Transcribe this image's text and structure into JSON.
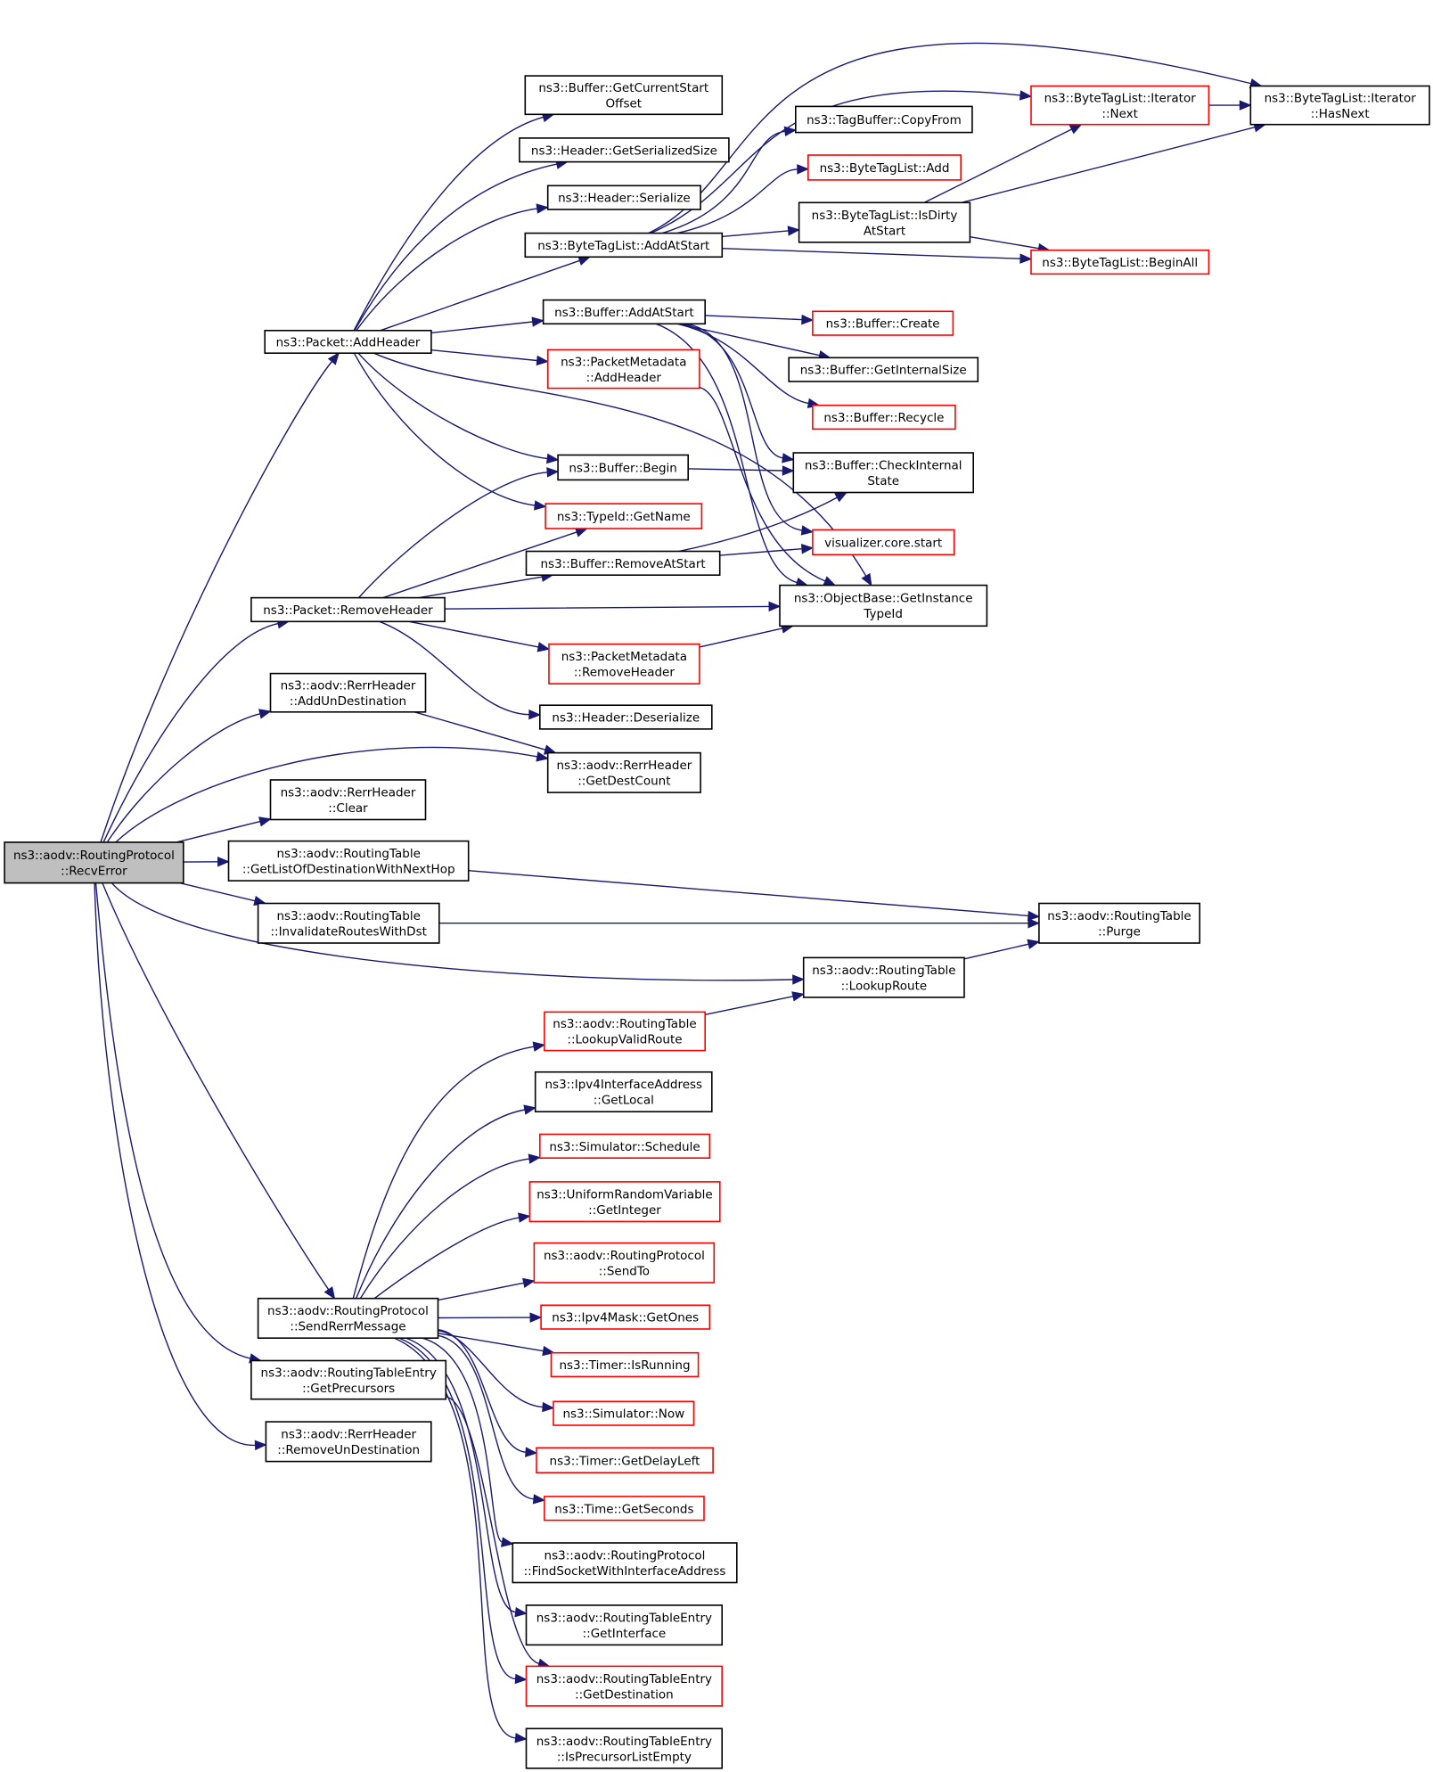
{
  "colors": {
    "edge": "#191970",
    "box_border_normal": "#000000",
    "box_border_truncated": "#ff0000",
    "root_fill": "#bfbfbf",
    "box_fill": "#ffffff"
  },
  "nodes": [
    {
      "id": "root",
      "lines": [
        "ns3::aodv::RoutingProtocol",
        "::RecvError"
      ],
      "style": "root"
    },
    {
      "id": "pkt_addheader",
      "lines": [
        "ns3::Packet::AddHeader"
      ],
      "style": "normal"
    },
    {
      "id": "buf_getcurrentstartoffset",
      "lines": [
        "ns3::Buffer::GetCurrentStart",
        "Offset"
      ],
      "style": "normal"
    },
    {
      "id": "hdr_getserializedsize",
      "lines": [
        "ns3::Header::GetSerializedSize"
      ],
      "style": "normal"
    },
    {
      "id": "hdr_serialize",
      "lines": [
        "ns3::Header::Serialize"
      ],
      "style": "normal"
    },
    {
      "id": "btl_addatstart",
      "lines": [
        "ns3::ByteTagList::AddAtStart"
      ],
      "style": "normal"
    },
    {
      "id": "tagbuffer_copyfrom",
      "lines": [
        "ns3::TagBuffer::CopyFrom"
      ],
      "style": "normal"
    },
    {
      "id": "btl_add",
      "lines": [
        "ns3::ByteTagList::Add"
      ],
      "style": "truncated"
    },
    {
      "id": "btl_isdirtyatstart",
      "lines": [
        "ns3::ByteTagList::IsDirty",
        "AtStart"
      ],
      "style": "normal"
    },
    {
      "id": "btl_iter_next",
      "lines": [
        "ns3::ByteTagList::Iterator",
        "::Next"
      ],
      "style": "truncated"
    },
    {
      "id": "btl_iter_hasnext",
      "lines": [
        "ns3::ByteTagList::Iterator",
        "::HasNext"
      ],
      "style": "normal"
    },
    {
      "id": "btl_beginall",
      "lines": [
        "ns3::ByteTagList::BeginAll"
      ],
      "style": "truncated"
    },
    {
      "id": "buf_addatstart",
      "lines": [
        "ns3::Buffer::AddAtStart"
      ],
      "style": "normal"
    },
    {
      "id": "buf_create",
      "lines": [
        "ns3::Buffer::Create"
      ],
      "style": "truncated"
    },
    {
      "id": "buf_getinternalsize",
      "lines": [
        "ns3::Buffer::GetInternalSize"
      ],
      "style": "normal"
    },
    {
      "id": "buf_recycle",
      "lines": [
        "ns3::Buffer::Recycle"
      ],
      "style": "truncated"
    },
    {
      "id": "pm_addheader",
      "lines": [
        "ns3::PacketMetadata",
        "::AddHeader"
      ],
      "style": "truncated"
    },
    {
      "id": "buf_begin",
      "lines": [
        "ns3::Buffer::Begin"
      ],
      "style": "normal"
    },
    {
      "id": "buf_checkinternalstate",
      "lines": [
        "ns3::Buffer::CheckInternal",
        "State"
      ],
      "style": "normal"
    },
    {
      "id": "typeid_getname",
      "lines": [
        "ns3::TypeId::GetName"
      ],
      "style": "truncated"
    },
    {
      "id": "vis_core_start",
      "lines": [
        "visualizer.core.start"
      ],
      "style": "truncated"
    },
    {
      "id": "buf_removeatstart",
      "lines": [
        "ns3::Buffer::RemoveAtStart"
      ],
      "style": "normal"
    },
    {
      "id": "pkt_removeheader",
      "lines": [
        "ns3::Packet::RemoveHeader"
      ],
      "style": "normal"
    },
    {
      "id": "ob_getinstancetypeid",
      "lines": [
        "ns3::ObjectBase::GetInstance",
        "TypeId"
      ],
      "style": "normal"
    },
    {
      "id": "pm_removeheader",
      "lines": [
        "ns3::PacketMetadata",
        "::RemoveHeader"
      ],
      "style": "truncated"
    },
    {
      "id": "hdr_deserialize",
      "lines": [
        "ns3::Header::Deserialize"
      ],
      "style": "normal"
    },
    {
      "id": "rerr_addundestination",
      "lines": [
        "ns3::aodv::RerrHeader",
        "::AddUnDestination"
      ],
      "style": "normal"
    },
    {
      "id": "rerr_getdestcount",
      "lines": [
        "ns3::aodv::RerrHeader",
        "::GetDestCount"
      ],
      "style": "normal"
    },
    {
      "id": "rerr_clear",
      "lines": [
        "ns3::aodv::RerrHeader",
        "::Clear"
      ],
      "style": "normal"
    },
    {
      "id": "rt_getlistofdest",
      "lines": [
        "ns3::aodv::RoutingTable",
        "::GetListOfDestinationWithNextHop"
      ],
      "style": "normal"
    },
    {
      "id": "rt_purge",
      "lines": [
        "ns3::aodv::RoutingTable",
        "::Purge"
      ],
      "style": "normal"
    },
    {
      "id": "rt_invalidateroutes",
      "lines": [
        "ns3::aodv::RoutingTable",
        "::InvalidateRoutesWithDst"
      ],
      "style": "normal"
    },
    {
      "id": "rt_lookuproute",
      "lines": [
        "ns3::aodv::RoutingTable",
        "::LookupRoute"
      ],
      "style": "normal"
    },
    {
      "id": "rt_lookupvalidroute",
      "lines": [
        "ns3::aodv::RoutingTable",
        "::LookupValidRoute"
      ],
      "style": "truncated"
    },
    {
      "id": "ipv4ifaddr_getlocal",
      "lines": [
        "ns3::Ipv4InterfaceAddress",
        "::GetLocal"
      ],
      "style": "normal"
    },
    {
      "id": "sim_schedule",
      "lines": [
        "ns3::Simulator::Schedule"
      ],
      "style": "truncated"
    },
    {
      "id": "urv_getinteger",
      "lines": [
        "ns3::UniformRandomVariable",
        "::GetInteger"
      ],
      "style": "truncated"
    },
    {
      "id": "rp_sendto",
      "lines": [
        "ns3::aodv::RoutingProtocol",
        "::SendTo"
      ],
      "style": "truncated"
    },
    {
      "id": "rp_sendrerrmessage",
      "lines": [
        "ns3::aodv::RoutingProtocol",
        "::SendRerrMessage"
      ],
      "style": "normal"
    },
    {
      "id": "ipv4mask_getones",
      "lines": [
        "ns3::Ipv4Mask::GetOnes"
      ],
      "style": "truncated"
    },
    {
      "id": "timer_isrunning",
      "lines": [
        "ns3::Timer::IsRunning"
      ],
      "style": "truncated"
    },
    {
      "id": "sim_now",
      "lines": [
        "ns3::Simulator::Now"
      ],
      "style": "truncated"
    },
    {
      "id": "rte_getprecursors",
      "lines": [
        "ns3::aodv::RoutingTableEntry",
        "::GetPrecursors"
      ],
      "style": "normal"
    },
    {
      "id": "timer_getdelayleft",
      "lines": [
        "ns3::Timer::GetDelayLeft"
      ],
      "style": "truncated"
    },
    {
      "id": "rerr_removeundestination",
      "lines": [
        "ns3::aodv::RerrHeader",
        "::RemoveUnDestination"
      ],
      "style": "normal"
    },
    {
      "id": "time_getseconds",
      "lines": [
        "ns3::Time::GetSeconds"
      ],
      "style": "truncated"
    },
    {
      "id": "rp_findsocket",
      "lines": [
        "ns3::aodv::RoutingProtocol",
        "::FindSocketWithInterfaceAddress"
      ],
      "style": "normal"
    },
    {
      "id": "rte_getinterface",
      "lines": [
        "ns3::aodv::RoutingTableEntry",
        "::GetInterface"
      ],
      "style": "normal"
    },
    {
      "id": "rte_getdestination",
      "lines": [
        "ns3::aodv::RoutingTableEntry",
        "::GetDestination"
      ],
      "style": "truncated"
    },
    {
      "id": "rte_isprecursorlistempty",
      "lines": [
        "ns3::aodv::RoutingTableEntry",
        "::IsPrecursorListEmpty"
      ],
      "style": "normal"
    }
  ]
}
